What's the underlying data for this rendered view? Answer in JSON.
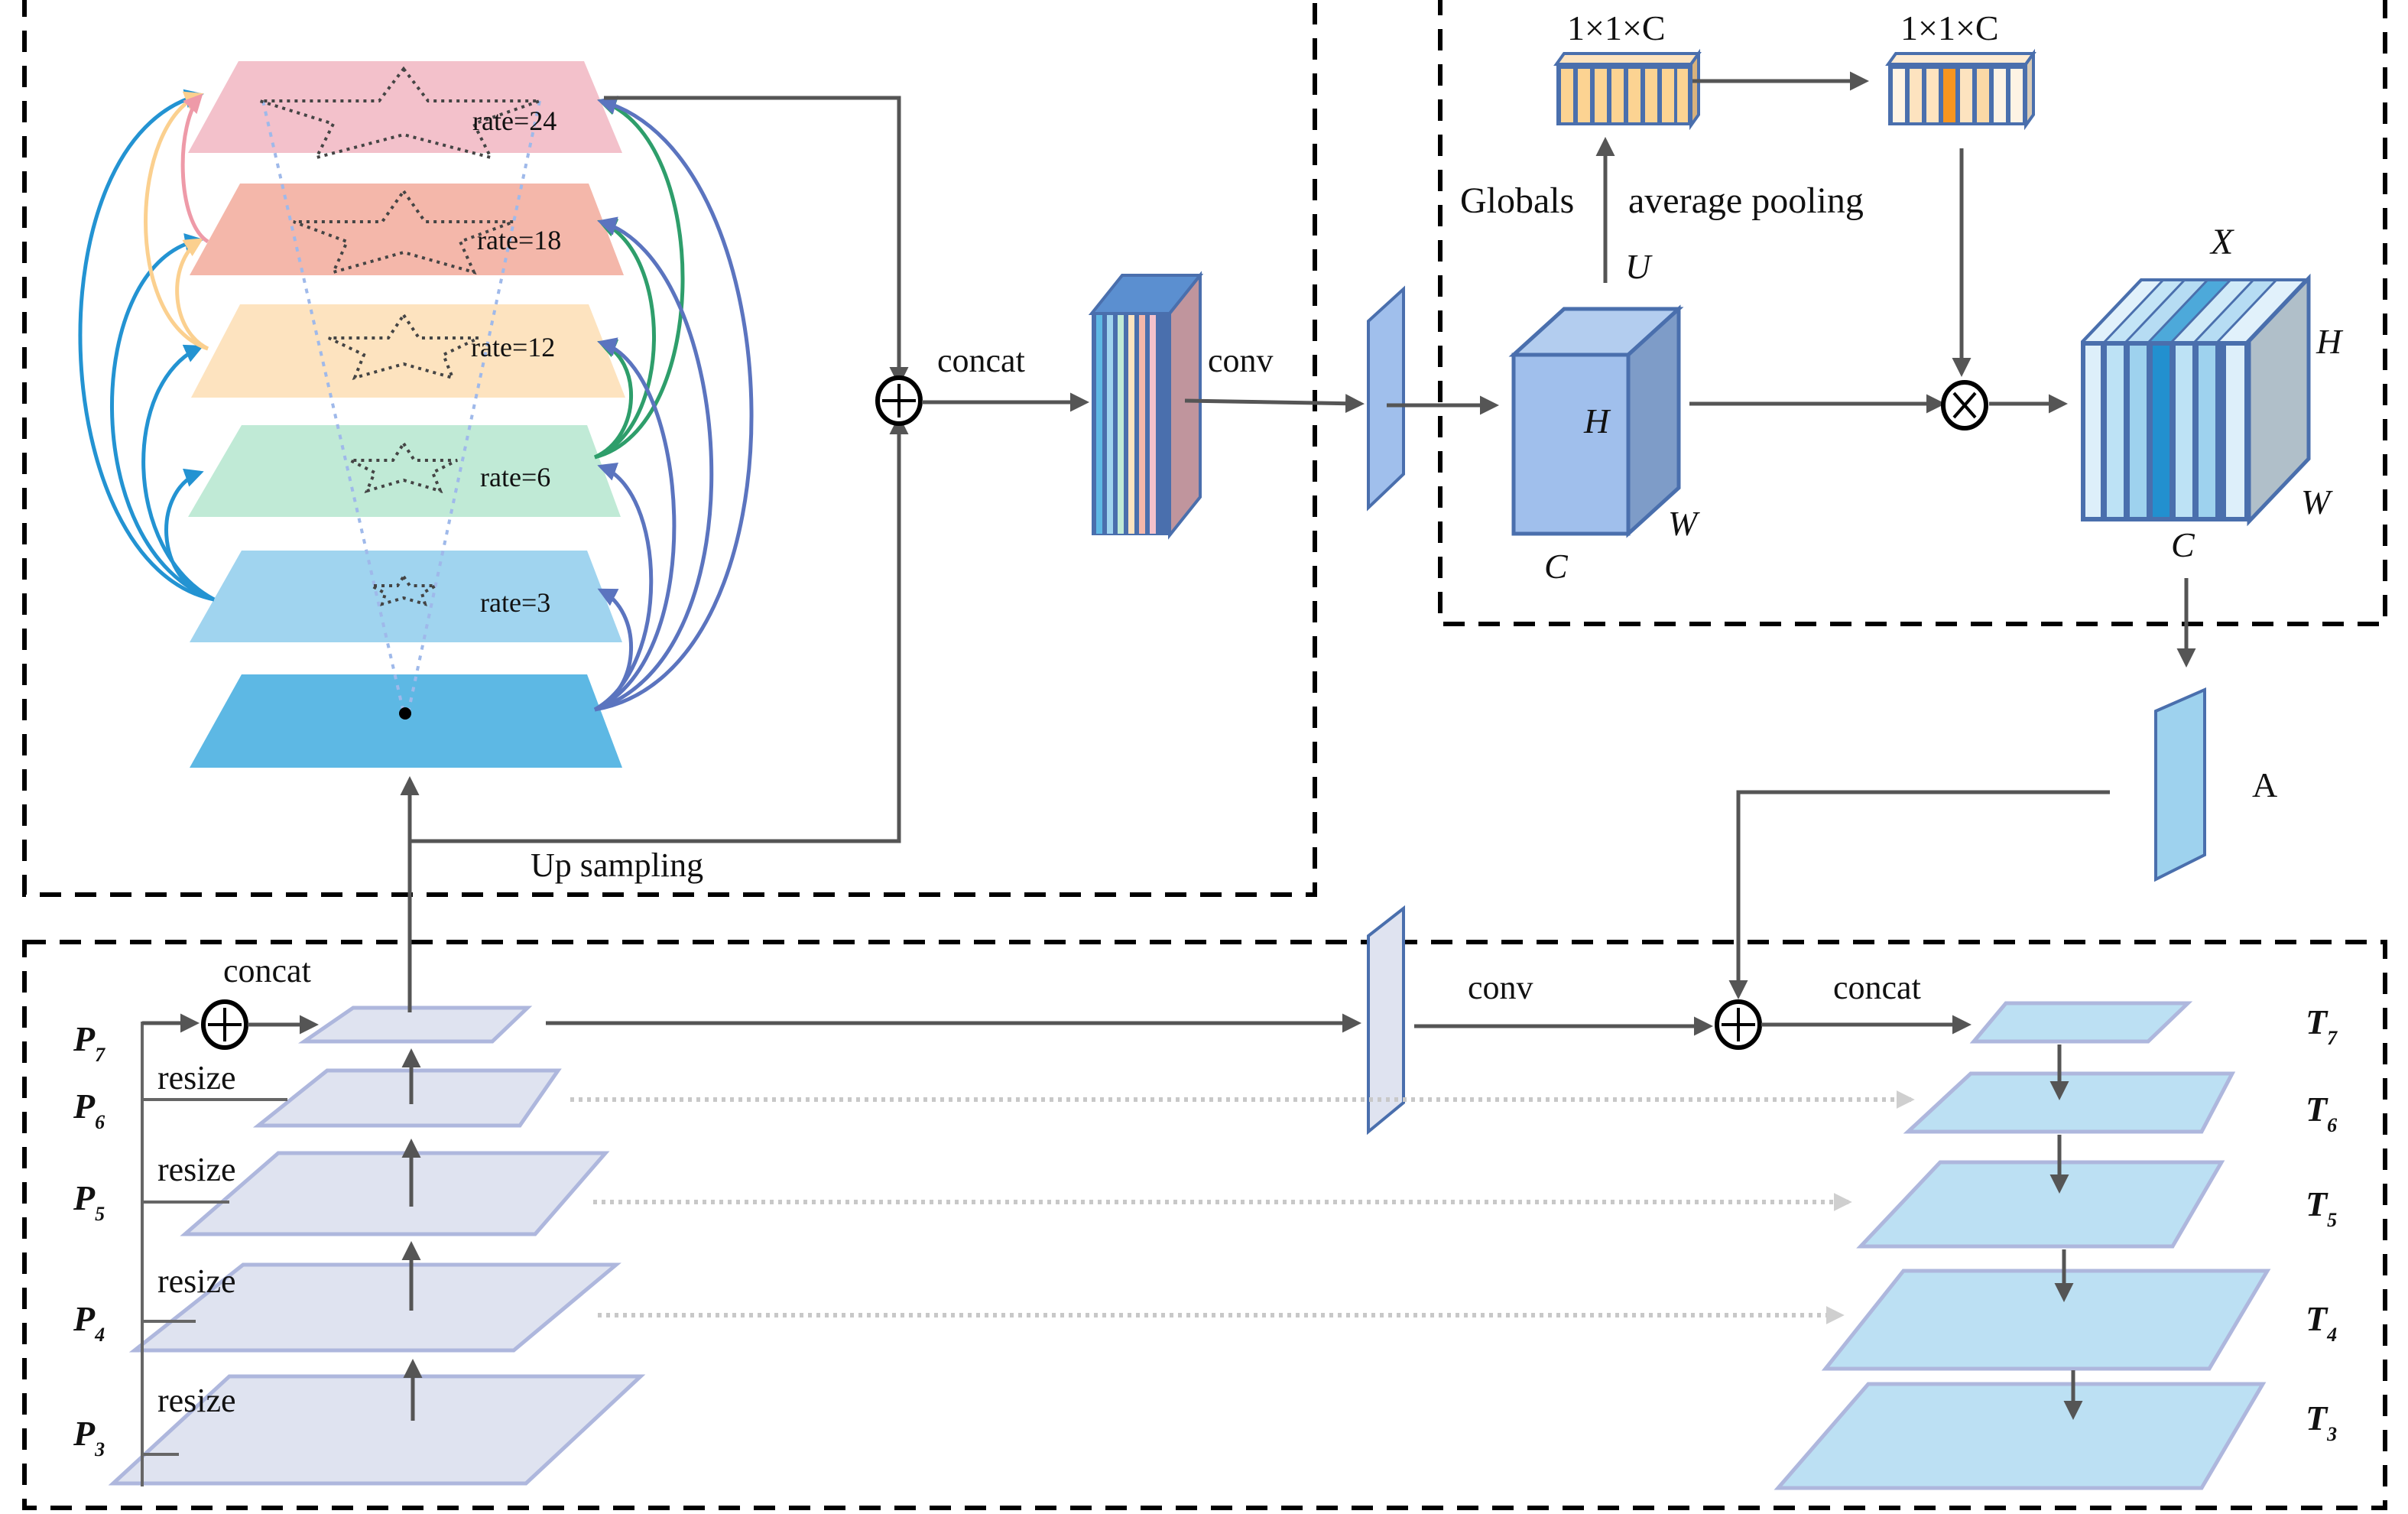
{
  "figure": {
    "aspp_module": {
      "layers": [
        {
          "rate_label": "rate=24",
          "color": "#f3c1cb"
        },
        {
          "rate_label": "rate=18",
          "color": "#f4b7aa"
        },
        {
          "rate_label": "rate=12",
          "color": "#fde3bf"
        },
        {
          "rate_label": "rate=6",
          "color": "#c0ead6"
        },
        {
          "rate_label": "rate=3",
          "color": "#a0d4ef"
        },
        {
          "rate_label": "",
          "color": "#5db8e4"
        }
      ],
      "concat_label": "concat",
      "conv_label": "conv",
      "upsampling_label": "Up sampling"
    },
    "attention_module": {
      "pool_label_left": "Globals",
      "pool_label_right": "average pooling",
      "vector_label_1": "1×1×C",
      "vector_label_2": "1×1×C",
      "u_label": "U",
      "cube_h": "H",
      "cube_w": "W",
      "cube_c": "C",
      "out_label": "X⃗",
      "out_h": "H",
      "out_w": "W",
      "out_c": "C",
      "a_label": "A"
    },
    "fusion_module": {
      "concat_left_label": "concat",
      "resize_labels": [
        "resize",
        "resize",
        "resize",
        "resize"
      ],
      "conv_label": "conv",
      "concat_right_label": "concat",
      "inputs": [
        {
          "name": "P",
          "sub": "7"
        },
        {
          "name": "P",
          "sub": "6"
        },
        {
          "name": "P",
          "sub": "5"
        },
        {
          "name": "P",
          "sub": "4"
        },
        {
          "name": "P",
          "sub": "3"
        }
      ],
      "outputs": [
        {
          "name": "T",
          "sub": "7"
        },
        {
          "name": "T",
          "sub": "6"
        },
        {
          "name": "T",
          "sub": "5"
        },
        {
          "name": "T",
          "sub": "4"
        },
        {
          "name": "T",
          "sub": "3"
        }
      ]
    },
    "colors": {
      "arrow": "#555555",
      "feature_input": "#dfe3f0",
      "feature_output": "#bce0f3",
      "plane_border": "#aeb7dd",
      "cube_front": "#a0bfec",
      "cube_side": "#7e9cc8",
      "cube_top": "#b3cdef",
      "cube_edge": "#4a6fad",
      "arc_blue": "#2393d2",
      "arc_indigo": "#5b74bf",
      "arc_green": "#2e9e6b",
      "arc_peach": "#fbd08f",
      "arc_pink": "#ee9aa8"
    }
  }
}
